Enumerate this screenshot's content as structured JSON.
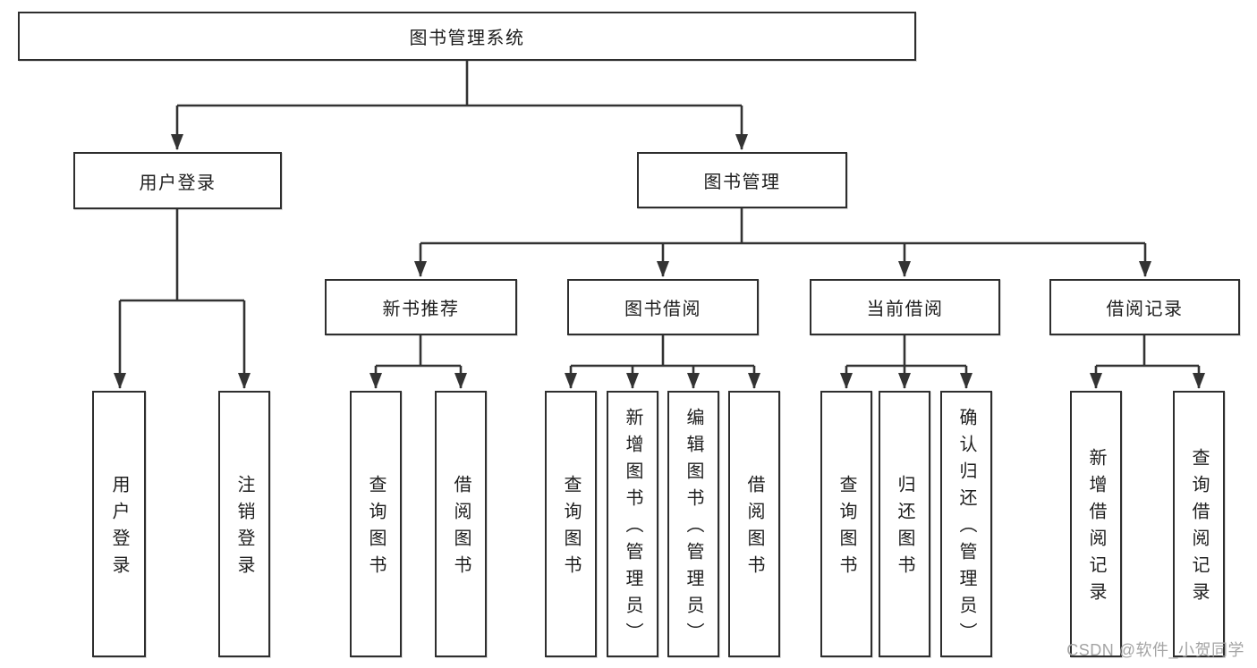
{
  "diagram": {
    "type": "org-tree",
    "title": "图书管理系统",
    "colors": {
      "line": "#333333",
      "box_border": "#2e2e2e",
      "text": "#1e1e1e",
      "watermark": "#a4a4a4",
      "background": "#ffffff"
    }
  },
  "nodes": {
    "root": {
      "label": "图书管理系统"
    },
    "user_login": {
      "label": "用户登录"
    },
    "book_management": {
      "label": "图书管理"
    },
    "login": {
      "label": "用户登录"
    },
    "logout": {
      "label": "注销登录"
    },
    "new_book_recommend": {
      "label": "新书推荐"
    },
    "book_borrow": {
      "label": "图书借阅"
    },
    "current_borrow": {
      "label": "当前借阅"
    },
    "borrow_records": {
      "label": "借阅记录"
    },
    "nb_query": {
      "label": "查询图书"
    },
    "nb_borrow": {
      "label": "借阅图书"
    },
    "bb_query": {
      "label": "查询图书"
    },
    "bb_add": {
      "label": "新增图书（管理员）"
    },
    "bb_edit": {
      "label": "编辑图书（管理员）"
    },
    "bb_borrow": {
      "label": "借阅图书"
    },
    "cb_query": {
      "label": "查询图书"
    },
    "cb_return": {
      "label": "归还图书"
    },
    "cb_confirm": {
      "label": "确认归还（管理员）"
    },
    "rec_add": {
      "label": "新增借阅记录"
    },
    "rec_query": {
      "label": "查询借阅记录"
    }
  },
  "watermark": {
    "text": "CSDN @软件_小贺同学"
  }
}
